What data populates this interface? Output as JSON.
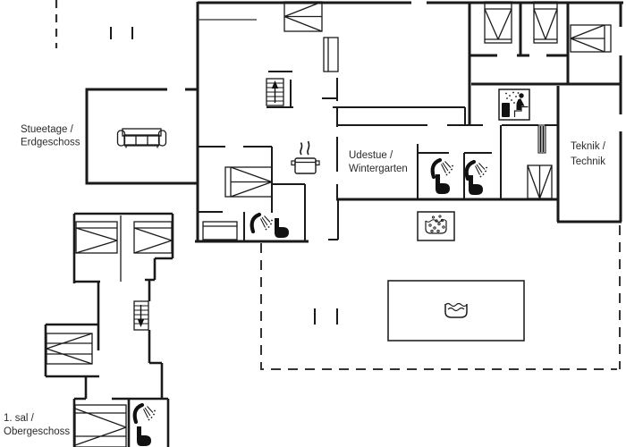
{
  "floorplan": {
    "type": "holiday-house floor plan",
    "labels": {
      "ground_floor": {
        "line1": "Stueetage /",
        "line2": "Erdgeschoss"
      },
      "conservatory": {
        "line1": "Udestue /",
        "line2": "Wintergarten"
      },
      "technical": {
        "line1": "Teknik /",
        "line2": "Technik"
      },
      "upper_floor": {
        "line1": "1. sal /",
        "line2": "Obergeschoss"
      }
    },
    "colors": {
      "wall": "#1a1a1a",
      "text": "#2b2b2b",
      "background": "#ffffff"
    },
    "icons": [
      "sofa-icon",
      "double-bed-icon",
      "single-bed-icon",
      "wardrobe-icon",
      "dresser-icon",
      "stairs-up-icon",
      "stairs-down-icon",
      "shower-icon",
      "toilet-icon",
      "sauna-icon",
      "cooking-pot-icon",
      "whirlpool-icon",
      "swimming-pool-icon",
      "heater-icon",
      "sliding-door-icon",
      "terrace-dashed-boundary"
    ]
  }
}
